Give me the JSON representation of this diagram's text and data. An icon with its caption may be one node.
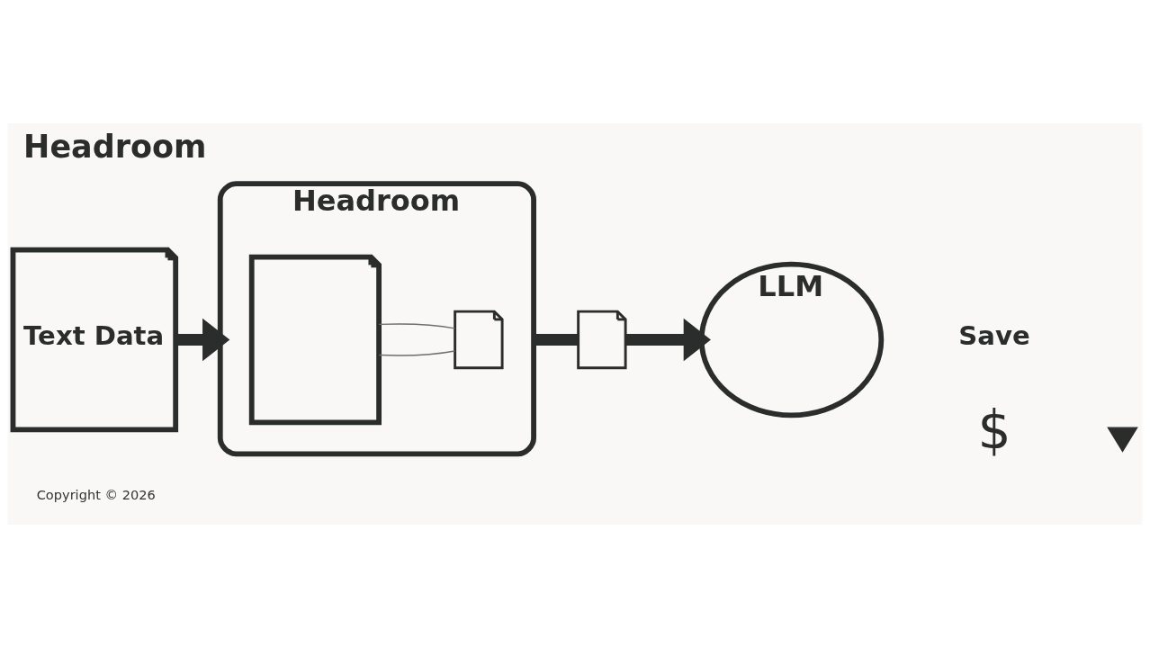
{
  "diagram": {
    "title": "Headroom",
    "nodes": [
      {
        "text": [
          "Text Data"
        ]
      },
      {
        "text": [
          "Headroom"
        ]
      },
      {
        "text": [],
        "shape": "document",
        "in": 1
      },
      {
        "text": [],
        "shape": "document",
        "in": 1
      },
      {
        "text": [],
        "shape": "document"
      },
      {
        "text": [
          "LLM"
        ]
      },
      {
        "text": [],
        "shape": "arrow"
      }
    ],
    "edges": [
      {
        "from": 0,
        "to": 1,
        "arrow": "to"
      },
      {
        "from": 2,
        "to": 3,
        "arrow": "none",
        "color": "#6e6e6e"
      },
      {
        "from": 2,
        "to": 3,
        "arrow": "none",
        "color": "#6e6e6e"
      },
      {
        "from": 1,
        "to": 4,
        "arrow": "none"
      },
      {
        "from": 4,
        "to": 5,
        "arrow": "to"
      }
    ],
    "labels": [
      "Save",
      "$",
      "Copyright © 2026"
    ]
  }
}
